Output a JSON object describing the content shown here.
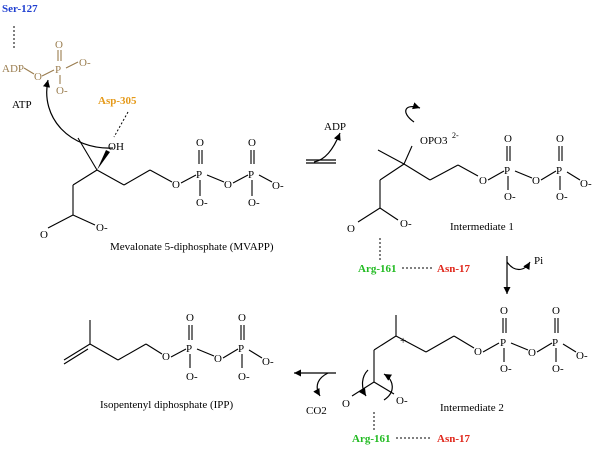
{
  "residues": {
    "ser127": "Ser-127",
    "asp305": "Asp-305",
    "arg161_a": "Arg-161",
    "asn17_a": "Asn-17",
    "arg161_b": "Arg-161",
    "asn17_b": "Asn-17"
  },
  "labels": {
    "atp": "ATP",
    "adp_in_atp": "ADP",
    "mvapp": "Mevalonate 5-diphosphate (MVAPP)",
    "int1": "Intermediate 1",
    "int2": "Intermediate 2",
    "ipp": "Isopentenyl diphosphate (IPP)",
    "adp_out": "ADP",
    "pi": "Pi",
    "co2": "CO2"
  },
  "atoms": {
    "O": "O",
    "P": "P",
    "Ominus": "O-",
    "OH": "OH",
    "OPO3": "OPO3",
    "OPO3_charge": "2-",
    "plus": "+"
  },
  "colors": {
    "ser": "#1f3fd0",
    "asp": "#e59a1a",
    "arg": "#22bb22",
    "asn": "#e0281c",
    "atp": "#9a7d4f"
  }
}
